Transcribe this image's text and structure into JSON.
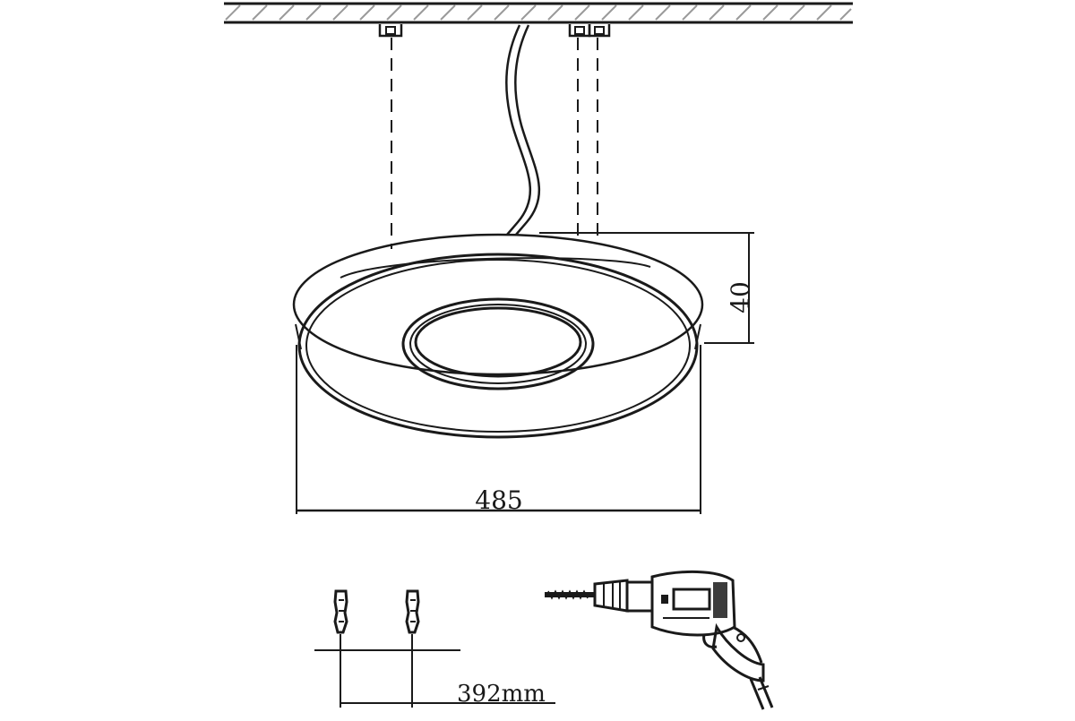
{
  "diagram": {
    "dimensions": {
      "height_label": "40",
      "diameter_label": "485",
      "hole_spacing_label": "392mm"
    },
    "icons": {
      "ceiling": "ceiling-hatch",
      "mounting_bracket": "bracket-icon",
      "cable": "power-cable",
      "lamp": "ring-pendant-lamp",
      "anchor": "wall-plug-icon",
      "drill": "power-drill-icon"
    },
    "colors": {
      "line": "#1a1a1a",
      "background": "#ffffff"
    }
  }
}
